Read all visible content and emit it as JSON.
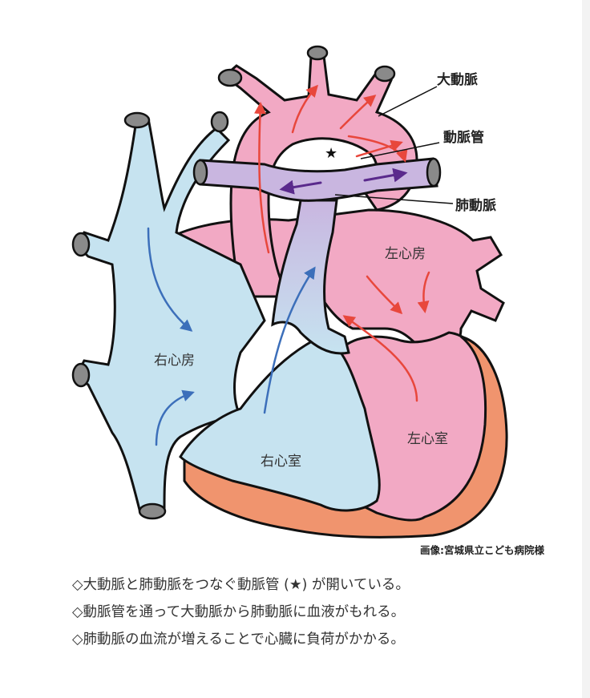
{
  "labels": {
    "aorta": "大動脈",
    "ductus": "動脈管",
    "pulmonary_artery": "肺動脈",
    "left_atrium": "左心房",
    "right_atrium": "右心房",
    "right_ventricle": "右心室",
    "left_ventricle": "左心室",
    "star": "★"
  },
  "credit": "画像:宮城県立こども病院様",
  "notes": [
    "◇大動脈と肺動脈をつなぐ動脈管 (★) が開いている。",
    "◇動脈管を通って大動脈から肺動脈に血液がもれる。",
    "◇肺動脈の血流が増えることで心臓に負荷がかかる。"
  ],
  "colors": {
    "pink": "#f2a9c4",
    "blue": "#c6e3f0",
    "orange": "#f0946e",
    "purple": "#c9b6e0",
    "red_arrow": "#e8473c",
    "blue_arrow": "#3c6fba",
    "purple_arrow": "#5a2a8c",
    "vessel_end": "#8a8a8a"
  }
}
